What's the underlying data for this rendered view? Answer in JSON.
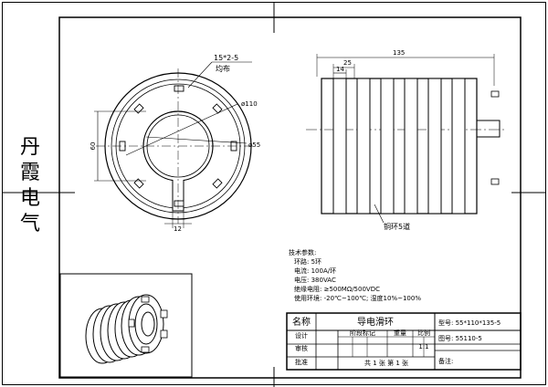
{
  "brand": [
    "丹",
    "霞",
    "电",
    "气"
  ],
  "front_view": {
    "groove_callout": "15*2-5",
    "groove_note": "均布",
    "dia_outer": "ø110",
    "dia_inner": "ø55",
    "dim_height": "60",
    "dim_key": "12"
  },
  "side_view": {
    "dim_total": "135",
    "dim_25": "25",
    "dim_14": "14",
    "ring_label": "铜环5道"
  },
  "specs": {
    "title": "技术参数:",
    "lines": [
      "环路: 5环",
      "电流: 100A/环",
      "电压: 380VAC",
      "绝缘电阻: ≥500MΩ/500VDC",
      "使用环境: -20℃~100℃; 湿度10%~100%"
    ]
  },
  "title_block": {
    "name_label": "名称",
    "name_value": "导电滑环",
    "model_label": "型号: 55*110*135-5",
    "drawing_label": "图号: 55110-5",
    "design": "设计",
    "stage_mark": "阶段标记",
    "weight": "重量",
    "scale": "比例",
    "scale_value": "1:1",
    "review": "审核",
    "approve": "批准",
    "sheets": "共 1 张  第 1 张",
    "remark": "备注:"
  }
}
